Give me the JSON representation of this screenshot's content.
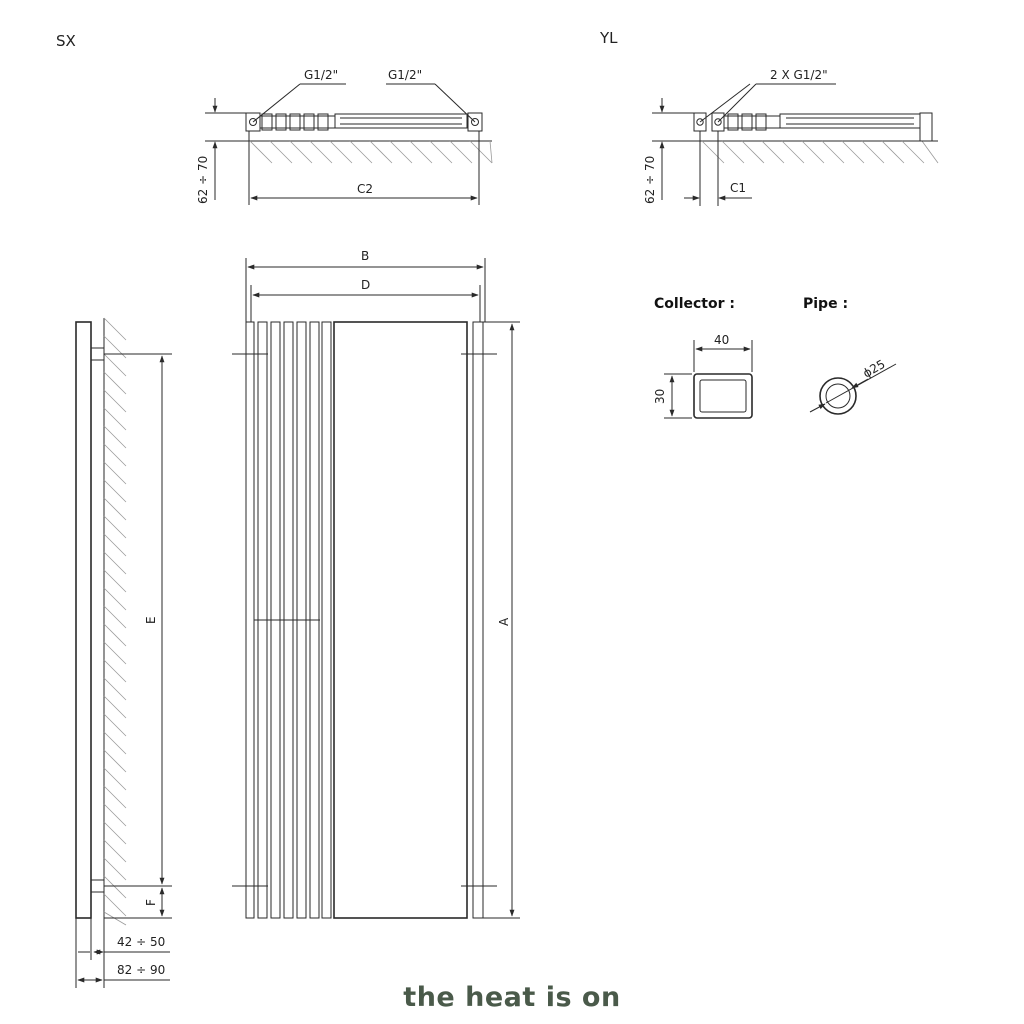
{
  "views": {
    "sx_label": "SX",
    "yl_label": "YL"
  },
  "sx_top": {
    "conn_left": "G1/2\"",
    "conn_right": "G1/2\"",
    "depth": "62 ÷ 70",
    "width": "C2"
  },
  "yl_top": {
    "conn": "2 X G1/2\"",
    "depth": "62 ÷ 70",
    "offset": "C1"
  },
  "side_view": {
    "dim_e": "E",
    "dim_f": "F",
    "dim_inner": "42 ÷ 50",
    "dim_outer": "82 ÷ 90"
  },
  "front_view": {
    "dim_b": "B",
    "dim_d": "D",
    "dim_a": "A"
  },
  "sections": {
    "collector_title": "Collector :",
    "collector_w": "40",
    "collector_h": "30",
    "pipe_title": "Pipe :",
    "pipe_d": "ϕ25"
  },
  "brand": {
    "text": "the heat is on",
    "color": "#4a5a4a"
  }
}
